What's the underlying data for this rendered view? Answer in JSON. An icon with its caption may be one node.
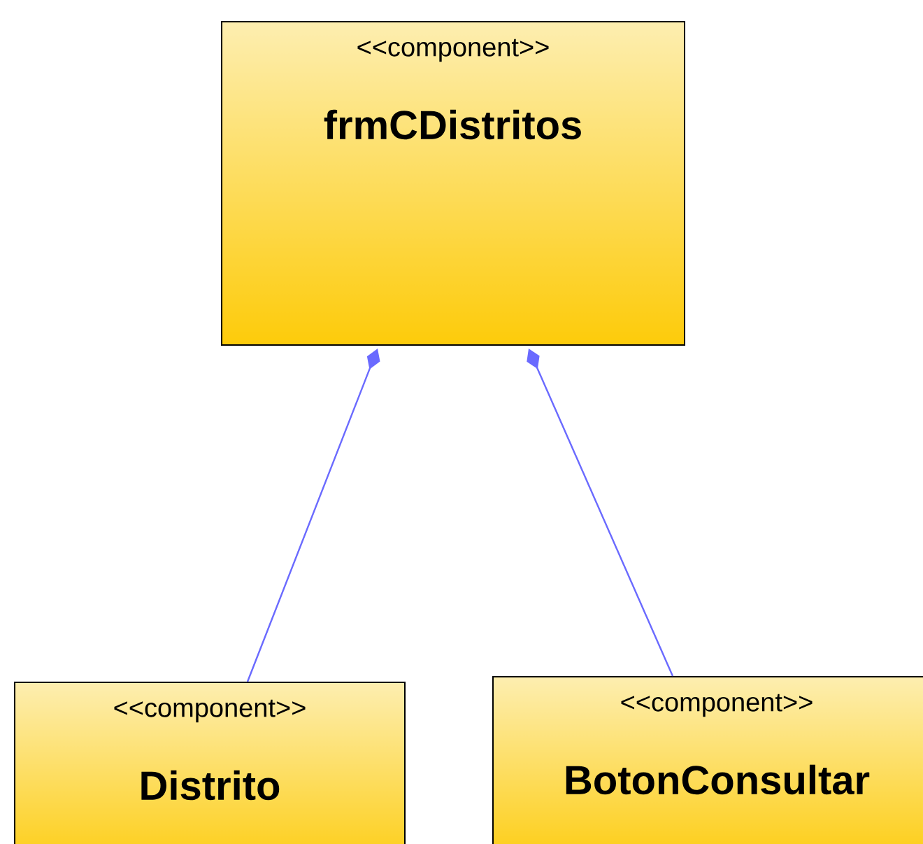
{
  "diagram": {
    "nodes": [
      {
        "text": [
          "<<component>>",
          "frmCDistritos"
        ]
      },
      {
        "text": [
          "<<component>>",
          "Distrito"
        ]
      },
      {
        "text": [
          "<<component>>",
          "BotonConsultar"
        ]
      }
    ],
    "edges": [
      {
        "from": 1,
        "to": 0,
        "arrow": "other"
      },
      {
        "from": 2,
        "to": 0,
        "arrow": "other"
      }
    ]
  }
}
